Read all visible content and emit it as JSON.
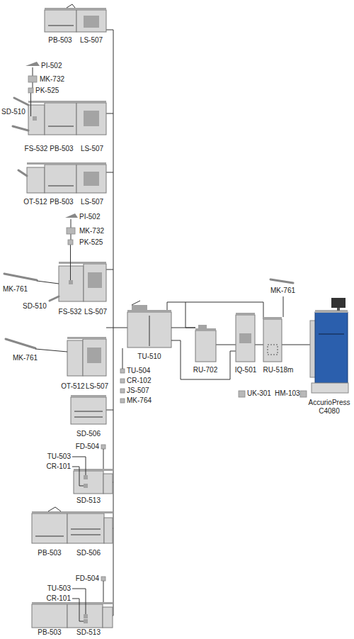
{
  "diagram": {
    "labels": [
      "PB-503",
      "LS-507",
      "PI-502",
      "MK-732",
      "PK-525",
      "SD-510",
      "FS-532",
      "PB-503",
      "LS-507",
      "OT-512",
      "PB-503",
      "LS-507",
      "PI-502",
      "MK-732",
      "PK-525",
      "MK-761",
      "SD-510",
      "FS-532",
      "LS-507",
      "MK-761",
      "OT-512",
      "LS-507",
      "TU-510",
      "RU-702",
      "IQ-501",
      "RU-518m",
      "MK-761",
      "AccurioPress C4080",
      "TU-504",
      "CR-102",
      "JS-507",
      "MK-764",
      "UK-301",
      "HM-103",
      "SD-506",
      "FD-504",
      "TU-503",
      "CR-101",
      "SD-513",
      "PB-503",
      "SD-506",
      "FD-504",
      "TU-503",
      "CR-101",
      "PB-503",
      "SD-513"
    ]
  }
}
